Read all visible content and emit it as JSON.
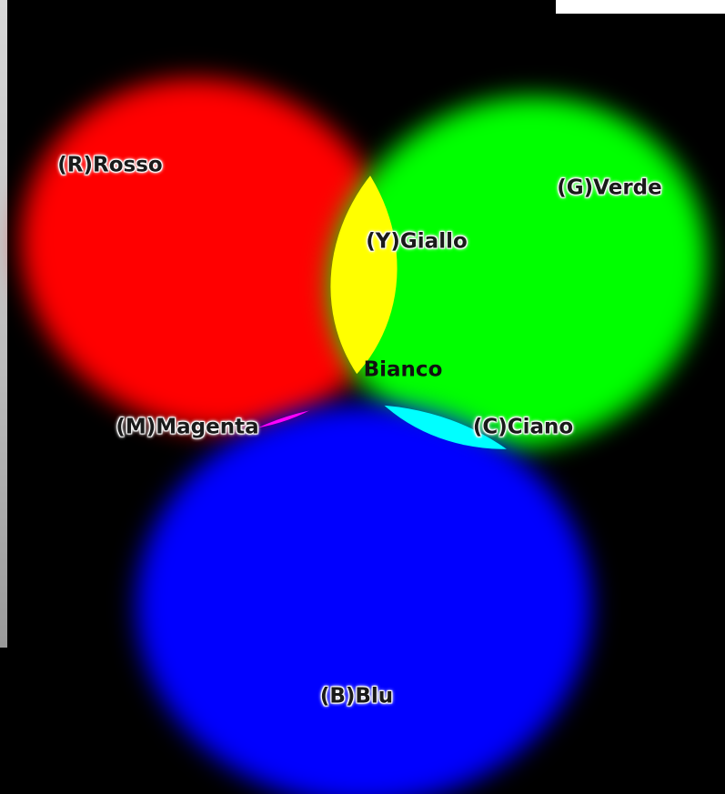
{
  "labels": {
    "red": "(R)Rosso",
    "green": "(G)Verde",
    "yellow": "(Y)Giallo",
    "white": "Bianco",
    "magenta": "(M)Magenta",
    "cyan": "(C)Ciano",
    "blue": "(B)Blu"
  },
  "colors": {
    "background": "#000000",
    "red": "#ff0000",
    "green": "#00ff00",
    "blue": "#0000ff",
    "yellow": "#ffff00",
    "magenta": "#ff00ff",
    "cyan": "#00ffff",
    "white": "#ffffff"
  }
}
